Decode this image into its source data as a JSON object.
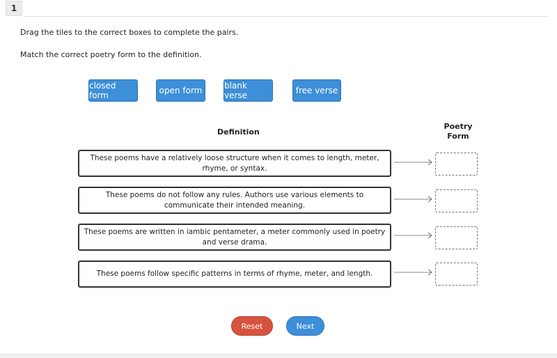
{
  "question": {
    "number": "1"
  },
  "instructions": {
    "line1": "Drag the tiles to the correct boxes to complete the pairs.",
    "line2": "Match the correct poetry form to the definition."
  },
  "tiles": [
    "closed form",
    "open form",
    "blank verse",
    "free verse"
  ],
  "columns": {
    "definition": "Definition",
    "poetry_form": "Poetry Form"
  },
  "definitions": [
    "These poems have a relatively loose structure when it comes to length, meter, rhyme, or syntax.",
    "These poems do not follow any rules. Authors use various elements to communicate their intended meaning.",
    "These poems are written in iambic pentameter, a meter commonly used in poetry and verse drama.",
    "These poems follow specific patterns in terms of rhyme, meter, and length."
  ],
  "buttons": {
    "reset": "Reset",
    "next": "Next"
  },
  "colors": {
    "tile": "#3d8fd8",
    "reset": "#d6533f",
    "next": "#3d8fd8"
  }
}
